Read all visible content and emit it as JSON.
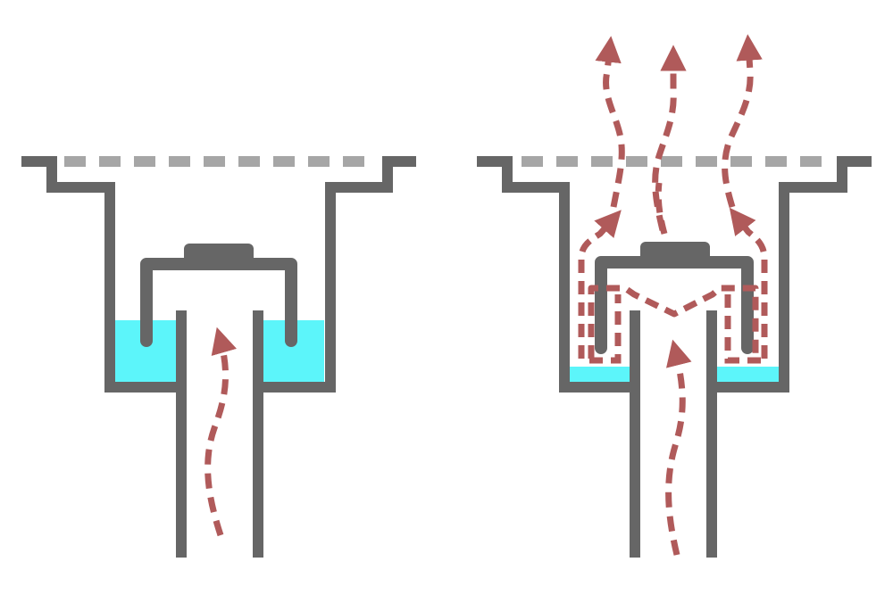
{
  "colors": {
    "wall": "#666666",
    "grate": "#a6a6a6",
    "water": "#5cf5fa",
    "gas_arrow": "#b05a5a",
    "background": "#ffffff"
  },
  "panels": [
    {
      "state": "sealed",
      "water_level": "high",
      "gas_escaping": false
    },
    {
      "state": "dry",
      "water_level": "low",
      "gas_escaping": true
    }
  ]
}
